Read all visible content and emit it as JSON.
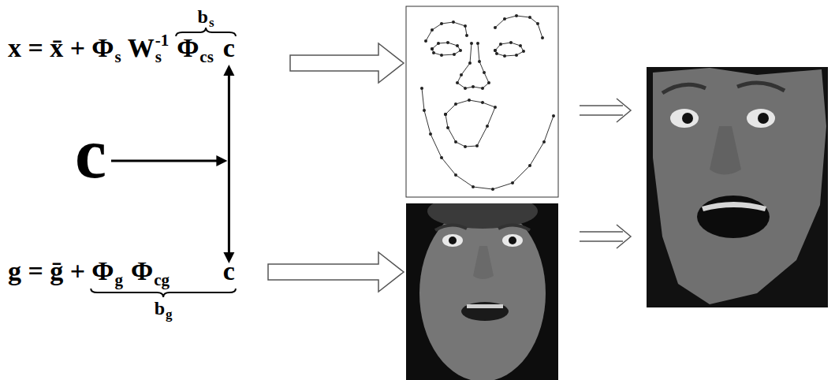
{
  "diagram": {
    "labels": [
      "x = x̄ +",
      "Φ",
      "s",
      "W",
      "s",
      "-1",
      "Φ",
      "cs",
      "c",
      "b",
      "s",
      "c",
      "g = ḡ +",
      "Φ",
      "g",
      "Φ",
      "cg",
      "c",
      "b",
      "g"
    ]
  }
}
